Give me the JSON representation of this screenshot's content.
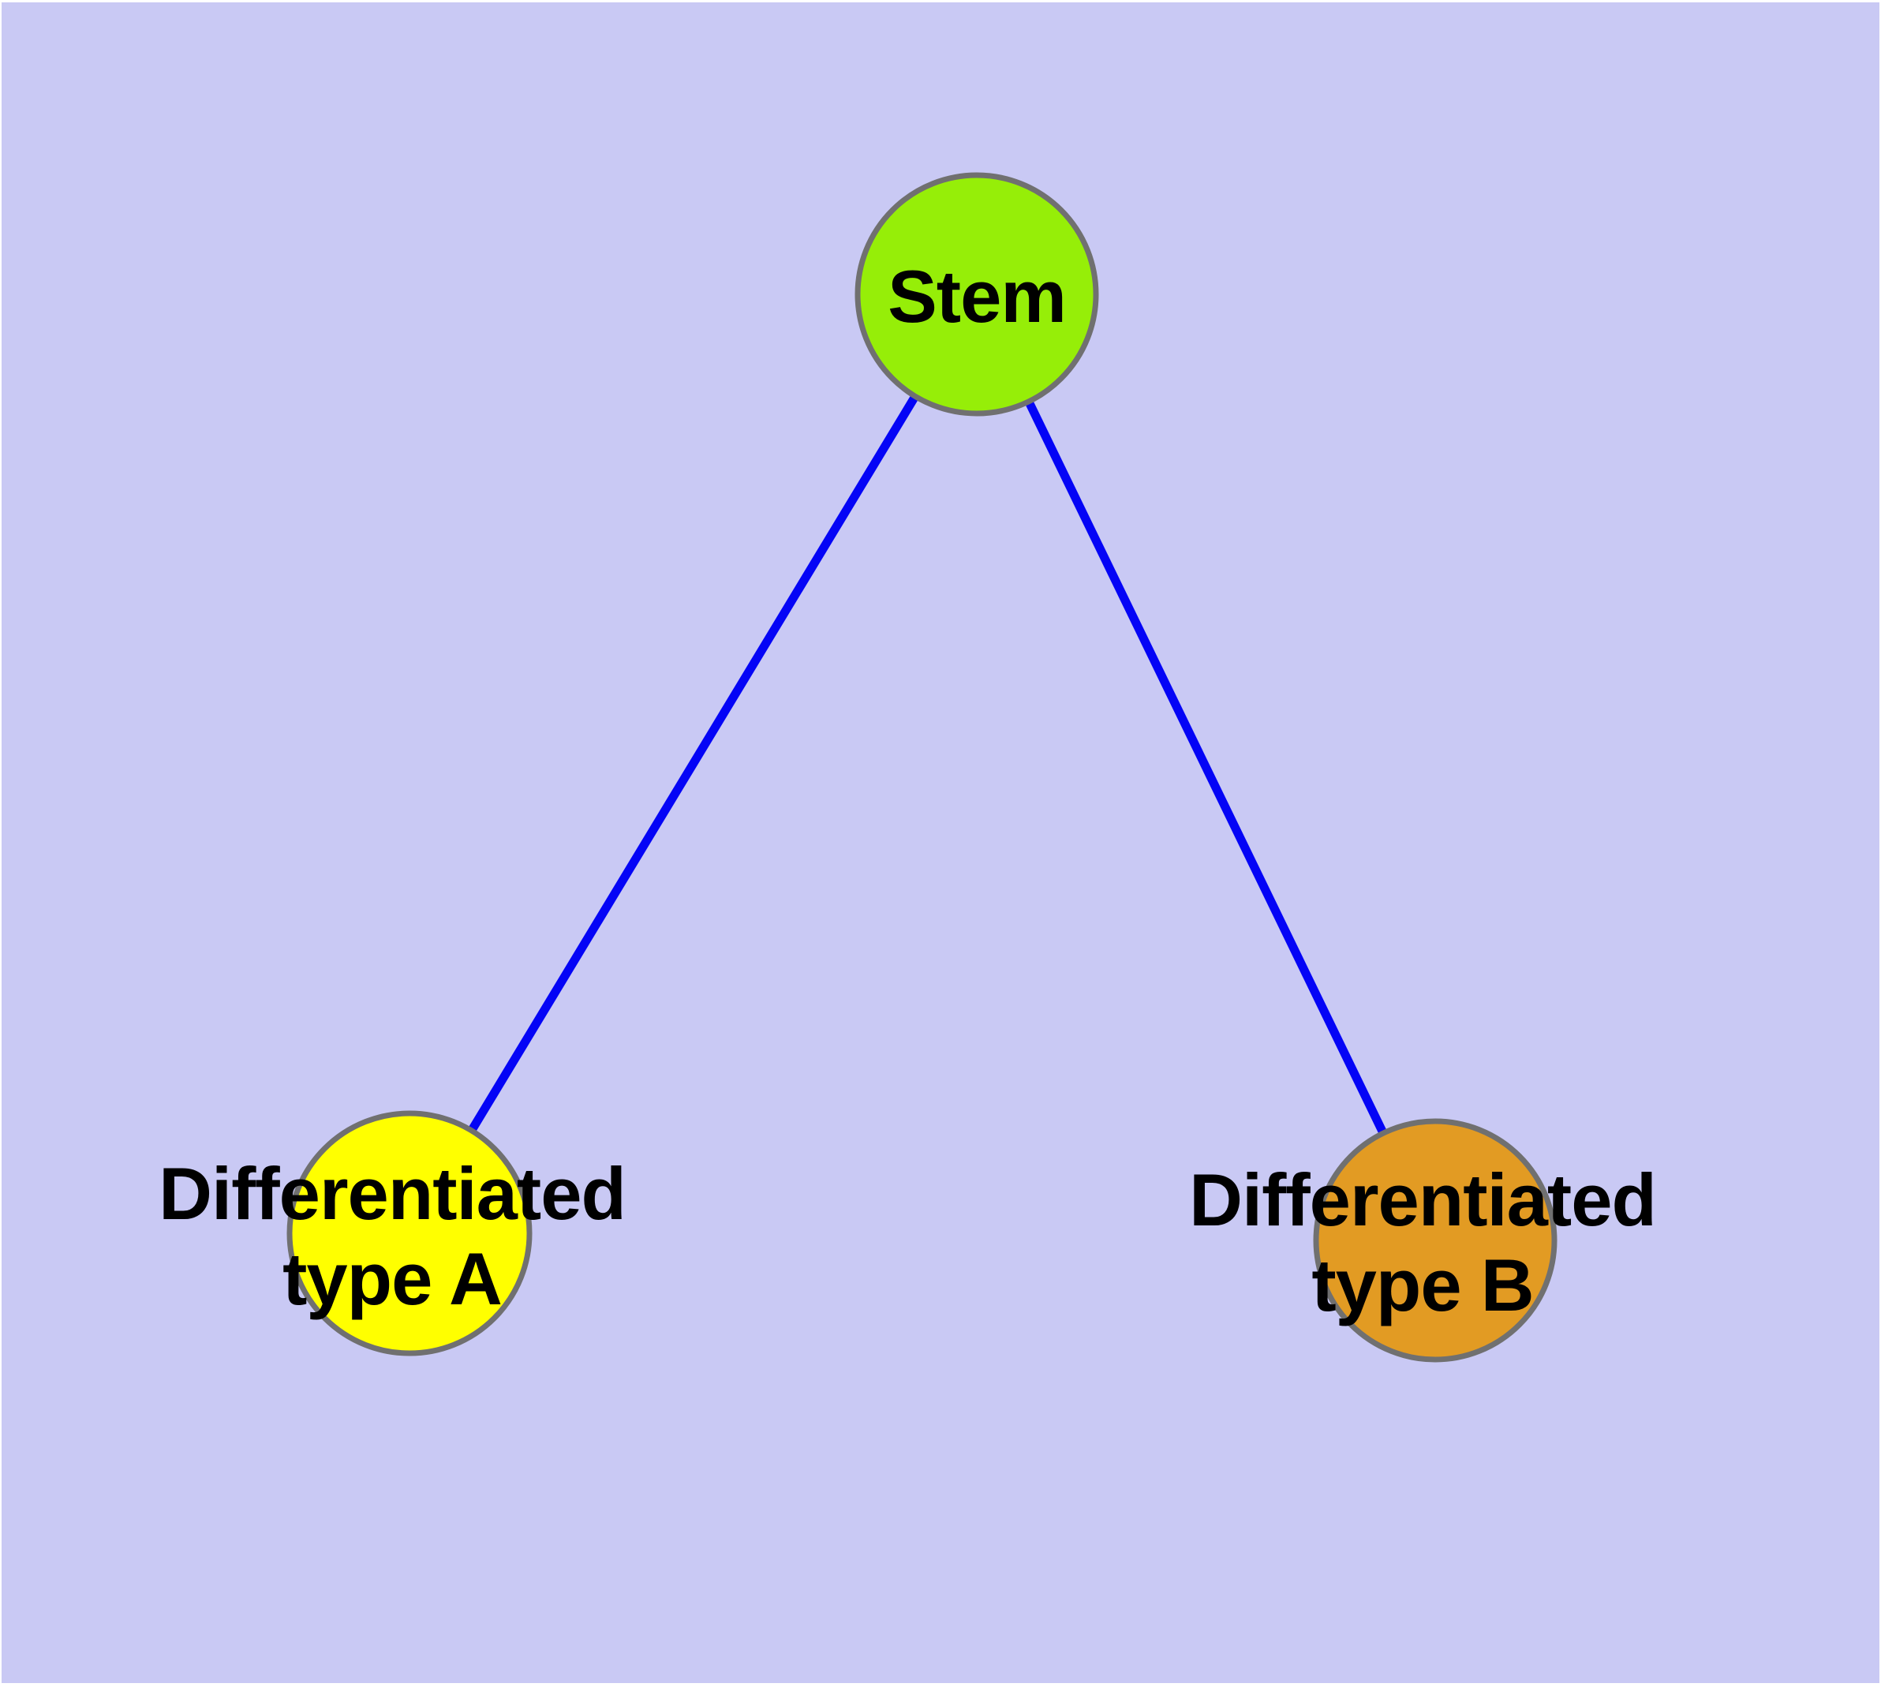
{
  "diagram": {
    "type": "graph",
    "background_color": "#C9C9F4",
    "page_border_color": "#FFFFFF",
    "edge_color": "#0404F6",
    "node_border_color": "#707070",
    "label_color": "#000000",
    "nodes": {
      "stem": {
        "label": "Stem",
        "fill_color": "#96EE08"
      },
      "type_a": {
        "label_line1": "Differentiated",
        "label_line2": "type A",
        "fill_color": "#FFFF00"
      },
      "type_b": {
        "label_line1": "Differentiated",
        "label_line2": "type B",
        "fill_color": "#E29B23"
      }
    },
    "edges": [
      {
        "from": "Stem",
        "to": "Differentiated type A"
      },
      {
        "from": "Stem",
        "to": "Differentiated type B"
      }
    ]
  }
}
